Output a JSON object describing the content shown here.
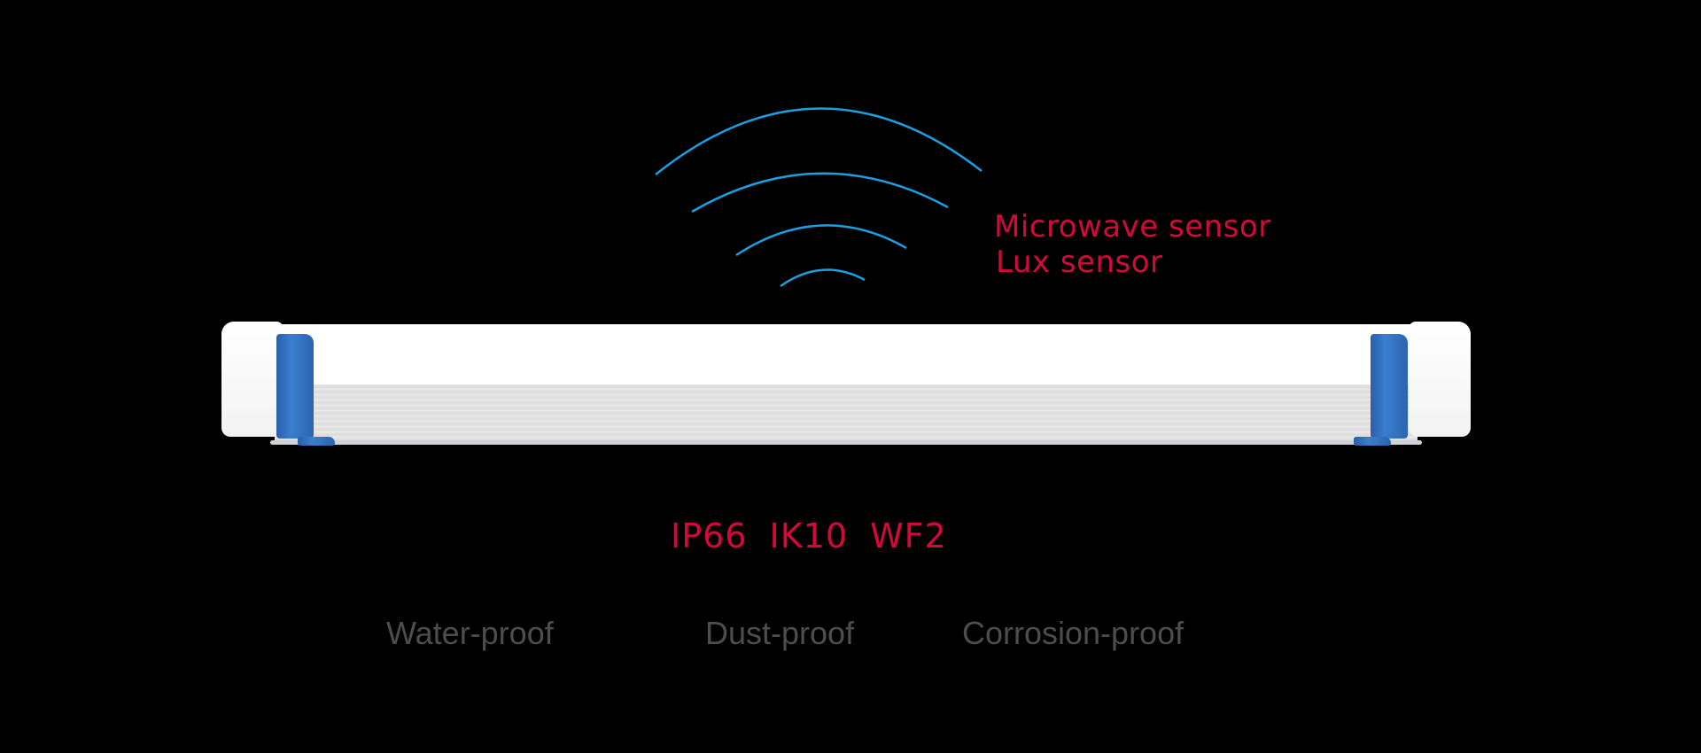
{
  "sensor_labels": [
    "Microwave sensor",
    "Lux sensor"
  ],
  "ratings": "IP66  IK10  WF2",
  "features": [
    "Water-proof",
    "Dust-proof",
    "Corrosion-proof"
  ],
  "colors": {
    "accent_red": "#d4093a",
    "wave_blue": "#1a9fe0",
    "feature_gray": "#4d4d4d",
    "clip_blue": "#3a7ed0"
  },
  "icons": {
    "signal": "wireless-signal-icon"
  }
}
